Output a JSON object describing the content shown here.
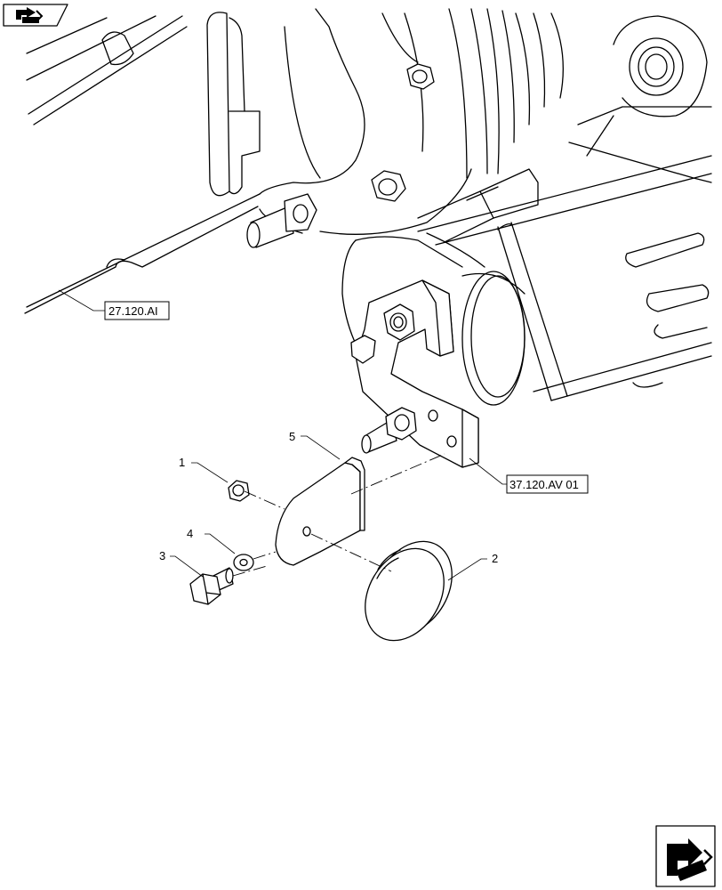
{
  "icons": {
    "top_left": "previous-page-icon",
    "bottom_right": "next-page-icon"
  },
  "callouts": [
    {
      "num": "1"
    },
    {
      "num": "2"
    },
    {
      "num": "3"
    },
    {
      "num": "4"
    },
    {
      "num": "5"
    }
  ],
  "references": [
    {
      "label": "27.120.AI"
    },
    {
      "label": "37.120.AV 01"
    }
  ]
}
